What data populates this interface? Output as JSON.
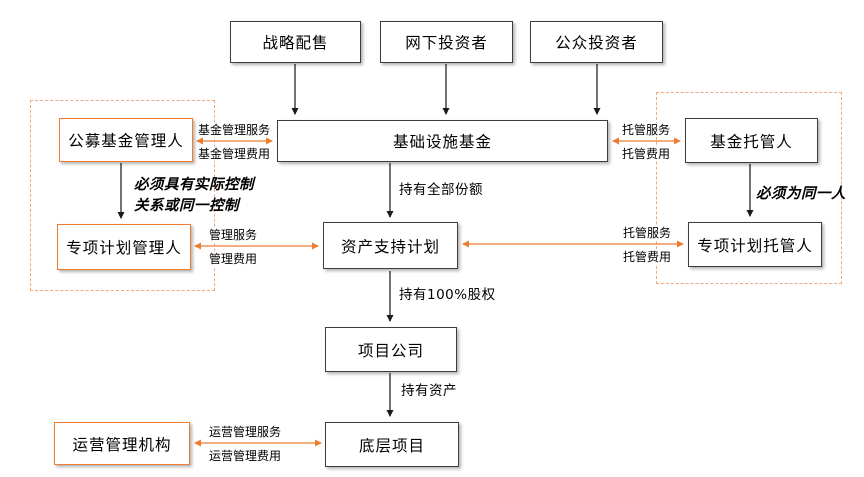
{
  "diagram": {
    "nodes": {
      "strategic_placement": {
        "label": "战略配售"
      },
      "offline_investors": {
        "label": "网下投资者"
      },
      "public_investors": {
        "label": "公众投资者"
      },
      "infrastructure_fund": {
        "label": "基础设施基金"
      },
      "public_fund_manager": {
        "label": "公募基金管理人"
      },
      "spv_plan_manager": {
        "label": "专项计划管理人"
      },
      "abs_plan": {
        "label": "资产支持计划"
      },
      "project_company": {
        "label": "项目公司"
      },
      "underlying_project": {
        "label": "底层项目"
      },
      "operation_manager": {
        "label": "运营管理机构"
      },
      "fund_custodian": {
        "label": "基金托管人"
      },
      "spv_plan_custodian": {
        "label": "专项计划托管人"
      }
    },
    "edge_labels": {
      "fund_mgmt_service": "基金管理服务",
      "fund_mgmt_fee": "基金管理费用",
      "custody_service": "托管服务",
      "custody_fee": "托管费用",
      "mgmt_service": "管理服务",
      "mgmt_fee": "管理费用",
      "op_mgmt_service": "运营管理服务",
      "op_mgmt_fee": "运营管理费用",
      "hold_all_shares": "持有全部份额",
      "hold_100_equity": "持有100%股权",
      "hold_assets": "持有资产"
    },
    "annotations": {
      "control_relation_line1": "必须具有实际控制",
      "control_relation_line2": "关系或同一控制",
      "same_person": "必须为同一人"
    },
    "colors": {
      "accent_orange": "#ed7d31",
      "dashed_orange": "#f0a878",
      "line_dark": "#262626"
    }
  }
}
